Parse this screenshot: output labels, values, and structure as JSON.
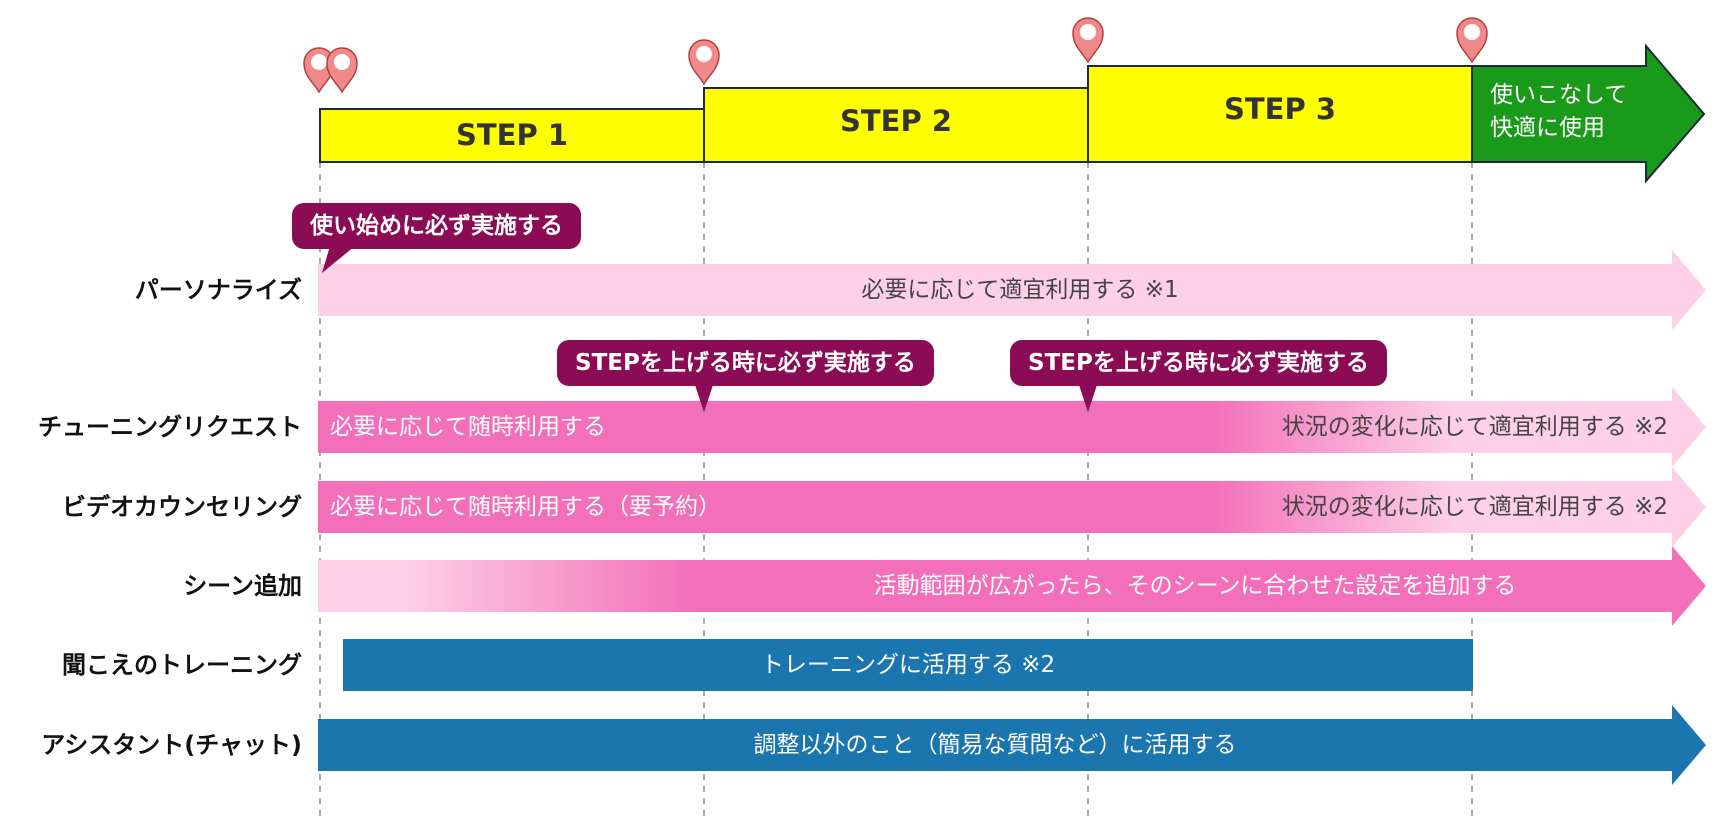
{
  "steps": [
    "STEP 1",
    "STEP 2",
    "STEP 3"
  ],
  "goal_label": "使いこなして\n快適に使用",
  "rows": [
    {
      "label": "パーソナライズ",
      "bar_text": "必要に応じて適宜利用する ※1"
    },
    {
      "label": "チューニングリクエスト",
      "bar_text_left": "必要に応じて随時利用する",
      "bar_text_right": "状況の変化に応じて適宜利用する ※2"
    },
    {
      "label": "ビデオカウンセリング",
      "bar_text_left": "必要に応じて随時利用する（要予約）",
      "bar_text_right": "状況の変化に応じて適宜利用する ※2"
    },
    {
      "label": "シーン追加",
      "bar_text": "活動範囲が広がったら、そのシーンに合わせた設定を追加する"
    },
    {
      "label": "聞こえのトレーニング",
      "bar_text": "トレーニングに活用する ※2"
    },
    {
      "label": "アシスタント(チャット)",
      "bar_text": "調整以外のこと（簡易な質問など）に活用する"
    }
  ],
  "callouts": {
    "start": "使い始めに必ず実施する",
    "step_up_1": "STEPを上げる時に必ず実施する",
    "step_up_2": "STEPを上げる時に必ず実施する"
  },
  "colors": {
    "step_fill": "#ffff00",
    "goal_fill": "#1a9a1a",
    "light_pink": "#fdd0e8",
    "mid_pink": "#f36fb9",
    "callout": "#8b0b54",
    "blue": "#1b75ae",
    "marker": "#f08a8a"
  }
}
